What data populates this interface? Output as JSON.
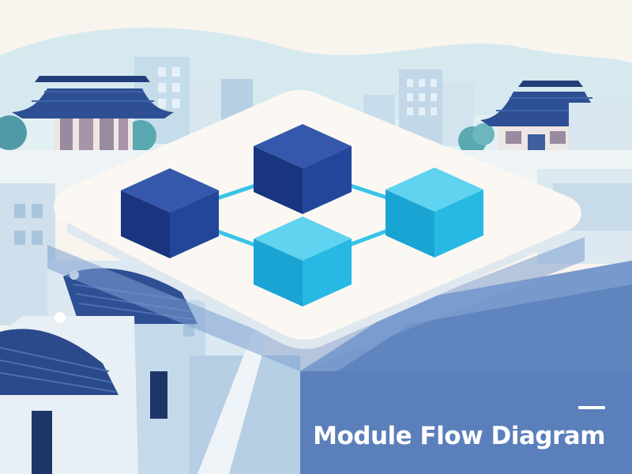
{
  "title": "Module Flow Diagram",
  "colors": {
    "background": "#f8f4ee",
    "sky_hills": "#d6e9ef",
    "building_light": "#c2d8e8",
    "building_mid": "#8fb0d6",
    "roof_tile": "#2e4f93",
    "panel_blue": "#5f84be",
    "platform": "#fbf8f3",
    "cube_navy": "#1f3d8f",
    "cube_cyan": "#1fb8e0",
    "connector": "#37c4e8",
    "caption_text": "#ffffff"
  },
  "diagram": {
    "nodes": [
      {
        "id": "module-top",
        "color": "navy"
      },
      {
        "id": "module-left",
        "color": "navy"
      },
      {
        "id": "module-right",
        "color": "cyan"
      },
      {
        "id": "module-bottom",
        "color": "cyan"
      }
    ],
    "edges": [
      {
        "from": "module-left",
        "to": "module-top"
      },
      {
        "from": "module-top",
        "to": "module-right"
      },
      {
        "from": "module-left",
        "to": "module-bottom"
      },
      {
        "from": "module-bottom",
        "to": "module-right"
      }
    ]
  }
}
